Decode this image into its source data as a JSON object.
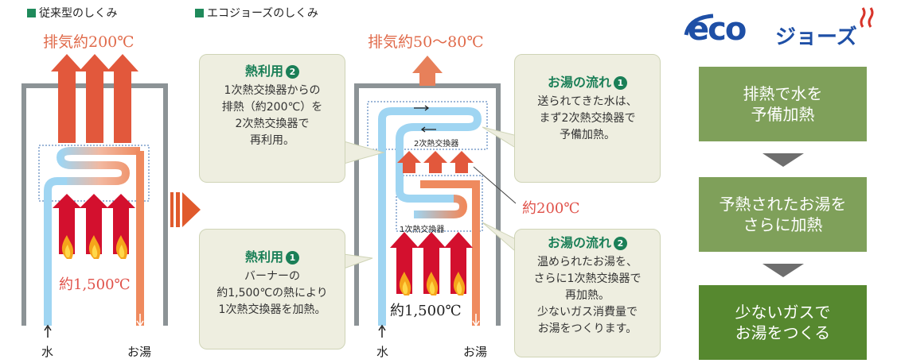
{
  "conventional": {
    "section_title": "従来型のしくみ",
    "exhaust_temp": "排気約200℃",
    "burner_temp": "約1,500℃",
    "water_in": "水",
    "hot_water_out": "お湯"
  },
  "eco": {
    "section_title": "エコジョーズのしくみ",
    "exhaust_temp": "排気約50～80℃",
    "secondary_hx_label": "2次熱交換器",
    "primary_hx_label": "1次熱交換器",
    "mid_temp": "約200℃",
    "burner_temp": "約1,500℃",
    "water_in": "水",
    "hot_water_out": "お湯"
  },
  "callouts": {
    "heat_use_2": {
      "title": "熱利用",
      "num": "2",
      "lines": [
        "1次熱交換器からの",
        "排熱（約200℃）を",
        "2次熱交換器で",
        "再利用。"
      ]
    },
    "heat_use_1": {
      "title": "熱利用",
      "num": "1",
      "lines": [
        "バーナーの",
        "約1,500℃の熱により",
        "1次熱交換器を加熱。"
      ]
    },
    "flow_1": {
      "title": "お湯の流れ",
      "num": "1",
      "lines": [
        "送られてきた水は、",
        "まず2次熱交換器で",
        "予備加熱。"
      ]
    },
    "flow_2": {
      "title": "お湯の流れ",
      "num": "2",
      "lines": [
        "温められたお湯を、",
        "さらに1次熱交換器で",
        "再加熱。",
        "少ないガス消費量で",
        "お湯をつくります。"
      ]
    }
  },
  "logo": {
    "text": "eco",
    "suffix": "ジョーズ"
  },
  "steps": [
    {
      "lines": [
        "排熱で水を",
        "予備加熱"
      ]
    },
    {
      "lines": [
        "予熱されたお湯を",
        "さらに加熱"
      ]
    },
    {
      "lines": [
        "少ないガスで",
        "お湯をつくる"
      ]
    }
  ],
  "colors": {
    "cold_pipe": "#9fd5f2",
    "hot_pipe": "#ef8a5e",
    "exhaust_arrow": "#e2583c",
    "burner_arrow": "#d3102e",
    "flame_outer": "#f5a51b",
    "flame_inner": "#ffd84a",
    "accent_green": "#1a7f57"
  }
}
